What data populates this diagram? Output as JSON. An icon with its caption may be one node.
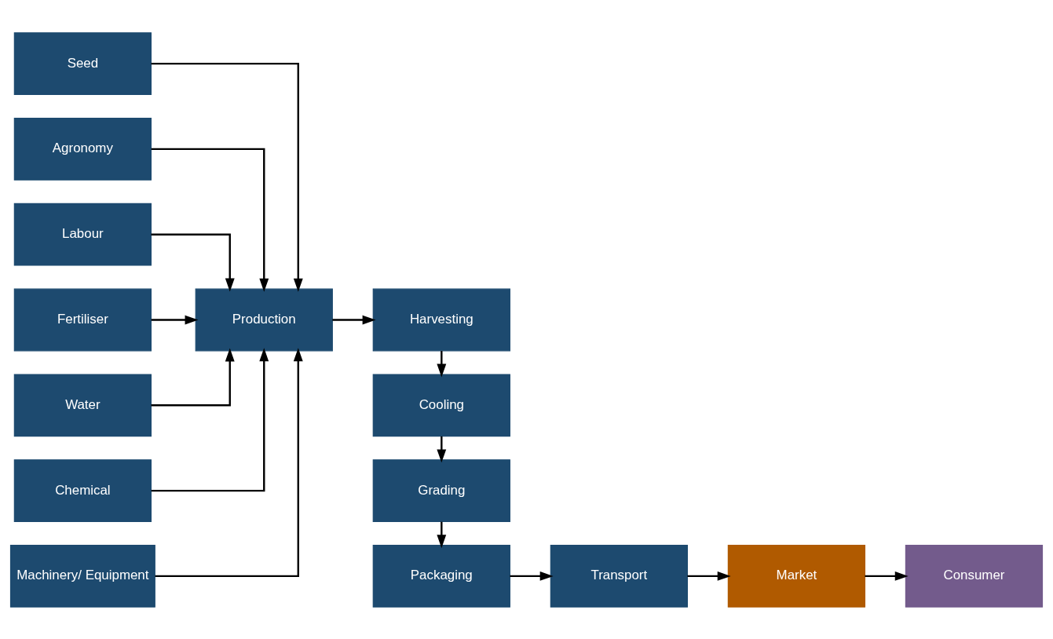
{
  "diagram": {
    "nodes": [
      {
        "text": [
          "Seed"
        ]
      },
      {
        "text": [
          "Agronomy"
        ]
      },
      {
        "text": [
          "Labour"
        ]
      },
      {
        "text": [
          "Fertiliser"
        ]
      },
      {
        "text": [
          "Water"
        ]
      },
      {
        "text": [
          "Chemical"
        ]
      },
      {
        "text": [
          "Machinery/ Equipment"
        ]
      },
      {
        "text": [
          "Production"
        ]
      },
      {
        "text": [
          "Harvesting"
        ]
      },
      {
        "text": [
          "Cooling"
        ]
      },
      {
        "text": [
          "Grading"
        ]
      },
      {
        "text": [
          "Packaging"
        ]
      },
      {
        "text": [
          "Transport"
        ]
      },
      {
        "text": [
          "Market"
        ]
      },
      {
        "text": [
          "Consumer"
        ]
      }
    ],
    "edges": [
      {
        "from": 0,
        "to": 7,
        "arrow": "to"
      },
      {
        "from": 1,
        "to": 7,
        "arrow": "to"
      },
      {
        "from": 2,
        "to": 7,
        "arrow": "to"
      },
      {
        "from": 3,
        "to": 7,
        "arrow": "to"
      },
      {
        "from": 4,
        "to": 7,
        "arrow": "to"
      },
      {
        "from": 5,
        "to": 7,
        "arrow": "to"
      },
      {
        "from": 6,
        "to": 7,
        "arrow": "to"
      },
      {
        "from": 7,
        "to": 8,
        "arrow": "to"
      },
      {
        "from": 8,
        "to": 9,
        "arrow": "to"
      },
      {
        "from": 9,
        "to": 10,
        "arrow": "to"
      },
      {
        "from": 10,
        "to": 11,
        "arrow": "to"
      },
      {
        "from": 11,
        "to": 12,
        "arrow": "to"
      },
      {
        "from": 12,
        "to": 13,
        "arrow": "to"
      },
      {
        "from": 13,
        "to": 14,
        "arrow": "to"
      }
    ]
  }
}
